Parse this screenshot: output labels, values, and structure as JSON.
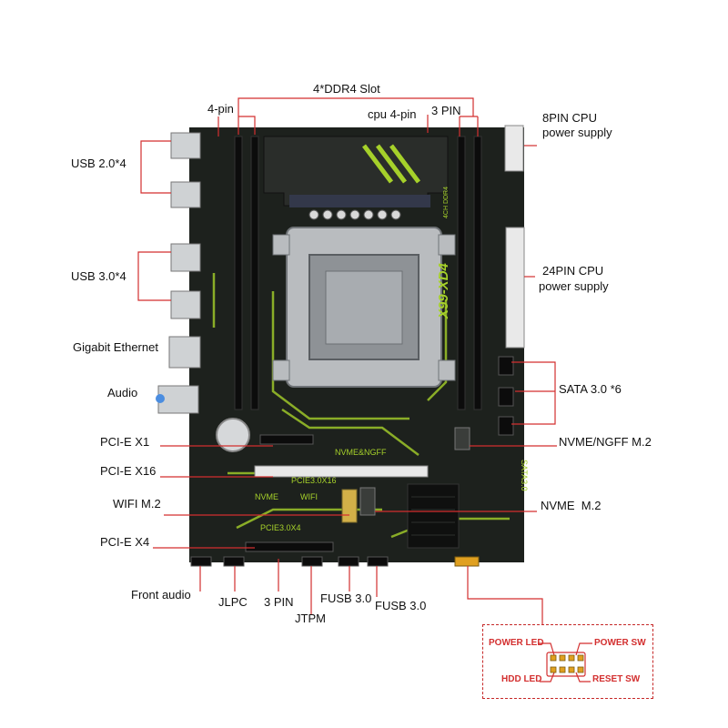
{
  "labels": {
    "ddr4_slot": "4*DDR4 Slot",
    "four_pin": "4-pin",
    "cpu_4pin": "cpu 4-pin",
    "three_pin_top": "3 PIN",
    "cpu_8pin_line1": "8PIN CPU",
    "cpu_8pin_line2": "power supply",
    "usb20": "USB 2.0*4",
    "usb30": "USB 3.0*4",
    "pin24_line1": "24PIN CPU",
    "pin24_line2": "power supply",
    "gigabit": "Gigabit Ethernet",
    "audio": "Audio",
    "sata": "SATA 3.0 *6",
    "pcie_x1": "PCI-E X1",
    "nvme_ngff": "NVME/NGFF M.2",
    "pcie_x16": "PCI-E X16",
    "wifi": "WIFI M.2",
    "nvme_m2": "NVME  M.2",
    "pcie_x4": "PCI-E X4",
    "front_audio": "Front audio",
    "jlpc": "JLPC",
    "three_pin_bottom": "3 PIN",
    "jtpm": "JTPM",
    "fusb_a": "FUSB 3.0",
    "fusb_b": "FUSB 3.0"
  },
  "board_silkscreen": {
    "model": "X99-XD4",
    "ch": "4CH DDR4",
    "nvme_ngff": "NVME&NGFF",
    "pcie_x16": "PCIE3.0X16",
    "nvme": "NVME",
    "wifi": "WIFI",
    "pcie_x4": "PCIE3.0X4",
    "sata": "SATA3.0"
  },
  "front_panel": {
    "power_led": "POWER LED",
    "power_sw": "POWER SW",
    "hdd_led": "HDD LED",
    "reset_sw": "RESET SW"
  },
  "colors": {
    "pcb": "#1d211d",
    "accent_green": "#a6d12a",
    "leader_red": "#d32f2f",
    "slot_black": "#0c0c0c",
    "heatsink": "#2a2d2a"
  }
}
